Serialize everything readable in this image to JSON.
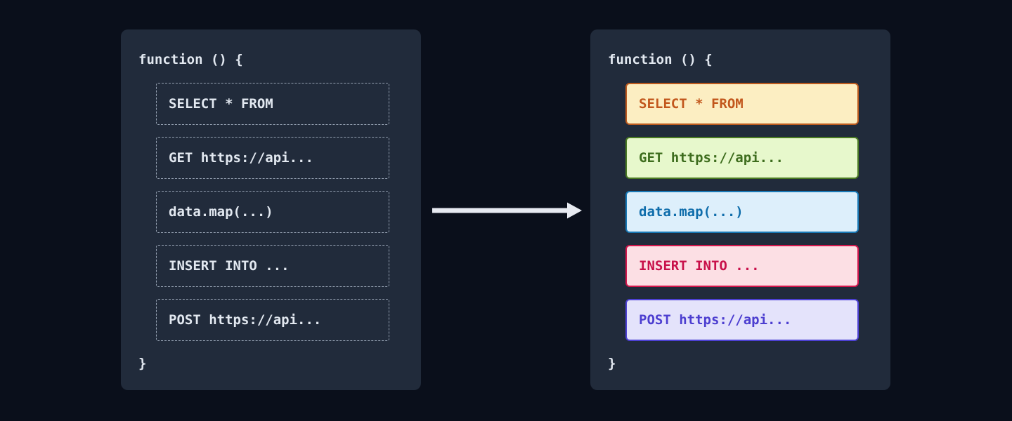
{
  "theme": {
    "page_bg": "#0a0f1b",
    "panel_bg": "#212b3b",
    "code_text": "#e2e8f0",
    "dashed_border": "#97a3b4",
    "arrow_color": "#e7eaf1"
  },
  "left_panel": {
    "title": "function () {",
    "close_brace": "}",
    "items": [
      {
        "label": "SELECT * FROM"
      },
      {
        "label": "GET https://api..."
      },
      {
        "label": "data.map(...)"
      },
      {
        "label": "INSERT INTO ..."
      },
      {
        "label": "POST https://api..."
      }
    ]
  },
  "arrow": {
    "icon": "right-arrow-icon",
    "color": "#e7eaf1"
  },
  "right_panel": {
    "title": "function () {",
    "close_brace": "}",
    "items": [
      {
        "label": "SELECT * FROM",
        "bg": "#fceec2",
        "border": "#bc5a1e",
        "text": "#c2571c"
      },
      {
        "label": "GET https://api...",
        "bg": "#e7f8cc",
        "border": "#4a7a23",
        "text": "#3e6d1e"
      },
      {
        "label": "data.map(...)",
        "bg": "#ddeffb",
        "border": "#1878b5",
        "text": "#0f6dab"
      },
      {
        "label": "INSERT INTO ...",
        "bg": "#fcdfe4",
        "border": "#d2164c",
        "text": "#c8104a"
      },
      {
        "label": "POST https://api...",
        "bg": "#e4e3fb",
        "border": "#4d41d3",
        "text": "#4c3ed0"
      }
    ]
  }
}
